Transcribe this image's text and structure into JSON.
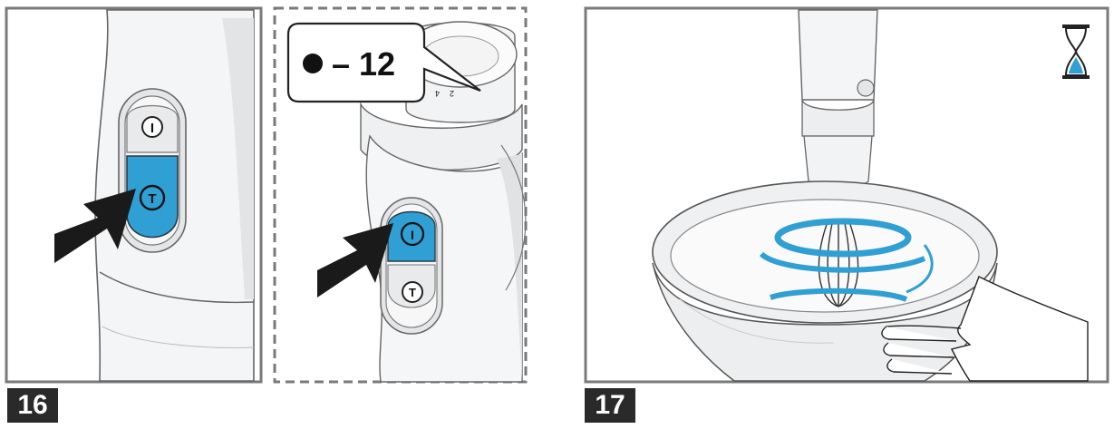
{
  "steps": [
    {
      "number": "16"
    },
    {
      "number": "17"
    }
  ],
  "callout": {
    "dot": "●",
    "text": "– 12"
  },
  "buttons": {
    "on_label": "I",
    "turbo_label": "T"
  },
  "dial_marks": [
    "4",
    "2"
  ],
  "colors": {
    "accent_blue": "#2f9fd4",
    "frame_gray": "#7a7a7a",
    "badge_bg": "#2a2a2a",
    "arrow": "#1a1a1a"
  },
  "icons": {
    "timer": "hourglass-icon",
    "press_arrow": "press-arrow-icon"
  }
}
